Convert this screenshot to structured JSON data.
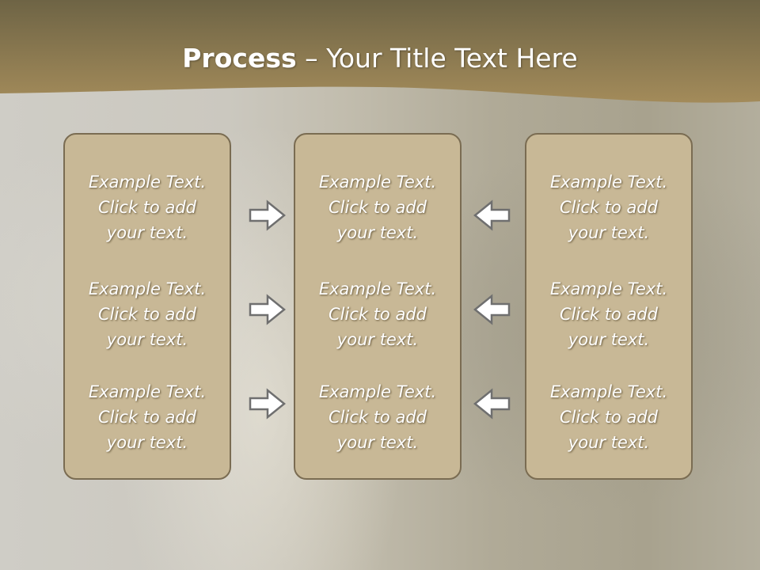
{
  "title": {
    "bold": "Process",
    "rest": " – Your Title Text Here"
  },
  "columns": [
    {
      "items": [
        "Example Text.\nClick  to add\nyour text.",
        "Example Text.\nClick  to add\nyour text.",
        "Example Text.\nClick  to add\nyour text."
      ]
    },
    {
      "items": [
        "Example Text.\nClick  to add\nyour text.",
        "Example Text.\nClick  to add\nyour text.",
        "Example Text.\nClick  to add\nyour text."
      ]
    },
    {
      "items": [
        "Example Text.\nClick  to add\nyour text.",
        "Example Text.\nClick  to add\nyour text.",
        "Example Text.\nClick  to add\nyour text."
      ]
    }
  ],
  "arrows": {
    "left_group": "arrow-right",
    "right_group": "arrow-left"
  },
  "colors": {
    "header": "#8a7a52",
    "box_fill": "#c8b896",
    "box_border": "#7a6c52"
  }
}
